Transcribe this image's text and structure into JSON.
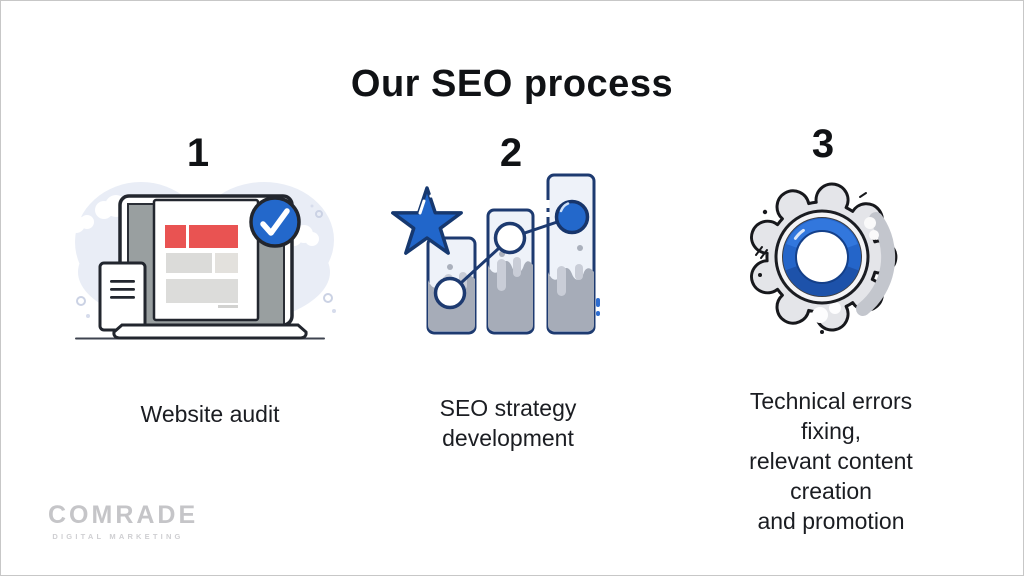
{
  "title": "Our SEO process",
  "steps": [
    {
      "number": "1",
      "label": "Website audit",
      "illustration": "laptop-website-audit"
    },
    {
      "number": "2",
      "label": "SEO strategy\ndevelopment",
      "illustration": "growth-bar-chart-with-star"
    },
    {
      "number": "3",
      "label": "Technical errors fixing,\nrelevant content creation\nand promotion",
      "illustration": "gear-settings"
    }
  ],
  "footer": {
    "logo_text": "COMRADE",
    "logo_subtext": "DIGITAL MARKETING"
  },
  "colors": {
    "accent_blue": "#2368cb",
    "navy_outline": "#1d3a70",
    "ink_outline": "#22262e",
    "red_block": "#e95352",
    "blob_background": "#e9edf6",
    "drip_gray": "#a6acb8",
    "light_drip_gray": "#c9cdd7",
    "text": "#15171c",
    "logo_gray": "#c5c5c8"
  }
}
